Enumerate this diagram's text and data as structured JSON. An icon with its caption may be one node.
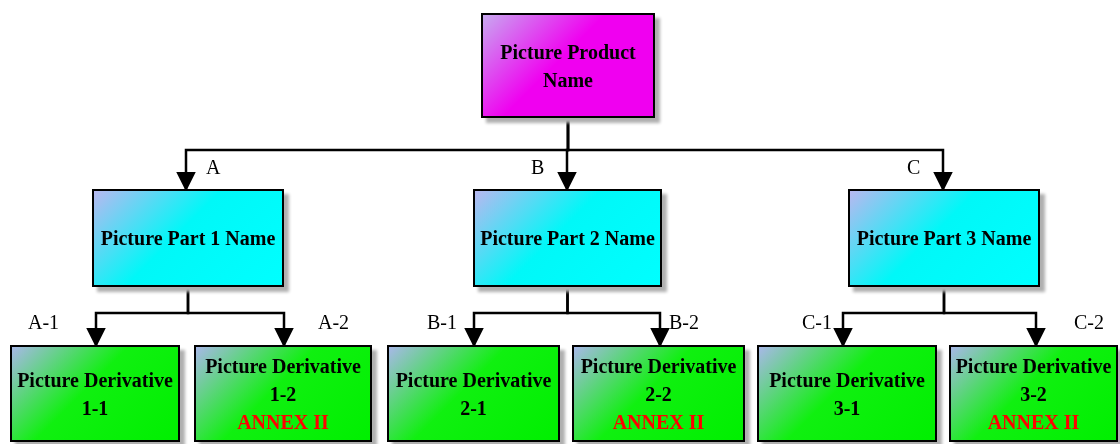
{
  "diagram": {
    "nodes": [
      {
        "text": [
          "Picture Product Name"
        ]
      },
      {
        "text": [
          "Picture Part 1 Name"
        ]
      },
      {
        "text": [
          "Picture Part 2 Name"
        ]
      },
      {
        "text": [
          "Picture Part 3 Name"
        ]
      },
      {
        "text": [
          "Picture Derivative 1-1"
        ]
      },
      {
        "text": [
          "Picture Derivative 1-2",
          "ANNEX II"
        ]
      },
      {
        "text": [
          "Picture Derivative 2-1"
        ]
      },
      {
        "text": [
          "Picture Derivative 2-2",
          "ANNEX II"
        ]
      },
      {
        "text": [
          "Picture Derivative 3-1"
        ]
      },
      {
        "text": [
          "Picture Derivative 3-2",
          "ANNEX II"
        ]
      }
    ],
    "edges": [
      {
        "from": 0,
        "to": 1,
        "arrow": "to",
        "label": "A"
      },
      {
        "from": 0,
        "to": 2,
        "arrow": "to",
        "label": "B"
      },
      {
        "from": 0,
        "to": 3,
        "arrow": "to",
        "label": "C"
      },
      {
        "from": 1,
        "to": 4,
        "arrow": "to",
        "label": "A-1"
      },
      {
        "from": 1,
        "to": 5,
        "arrow": "to",
        "label": "A-2"
      },
      {
        "from": 2,
        "to": 6,
        "arrow": "to",
        "label": "B-1"
      },
      {
        "from": 2,
        "to": 7,
        "arrow": "to",
        "label": "B-2"
      },
      {
        "from": 3,
        "to": 8,
        "arrow": "to",
        "label": "C-1"
      },
      {
        "from": 3,
        "to": 9,
        "arrow": "to",
        "label": "C-2"
      }
    ]
  }
}
